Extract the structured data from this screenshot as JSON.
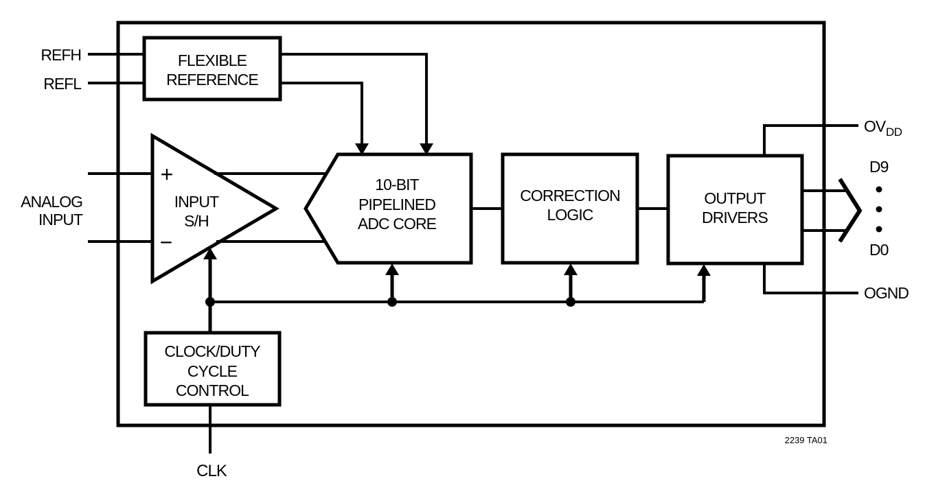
{
  "caption": "2239 TA01",
  "colors": {
    "ink": "#000000",
    "background": "#ffffff"
  },
  "pins": {
    "refh": {
      "label": "REFH"
    },
    "refl": {
      "label": "REFL"
    },
    "analog_input": {
      "lines": [
        "ANALOG",
        "INPUT"
      ]
    },
    "clk": {
      "label": "CLK"
    },
    "ovdd": {
      "main": "OV",
      "sub": "DD"
    },
    "d9": {
      "label": "D9"
    },
    "d0": {
      "label": "D0"
    },
    "ognd": {
      "label": "OGND"
    }
  },
  "amp": {
    "plus": "+",
    "minus": "−"
  },
  "blocks": {
    "flexible_reference": {
      "lines": [
        "FLEXIBLE",
        "REFERENCE"
      ]
    },
    "input_sh": {
      "lines": [
        "INPUT",
        "S/H"
      ]
    },
    "adc_core": {
      "lines": [
        "10-BIT",
        "PIPELINED",
        "ADC CORE"
      ]
    },
    "correction_logic": {
      "lines": [
        "CORRECTION",
        "LOGIC"
      ]
    },
    "output_drivers": {
      "lines": [
        "OUTPUT",
        "DRIVERS"
      ]
    },
    "clock_control": {
      "lines": [
        "CLOCK/DUTY",
        "CYCLE",
        "CONTROL"
      ]
    }
  }
}
